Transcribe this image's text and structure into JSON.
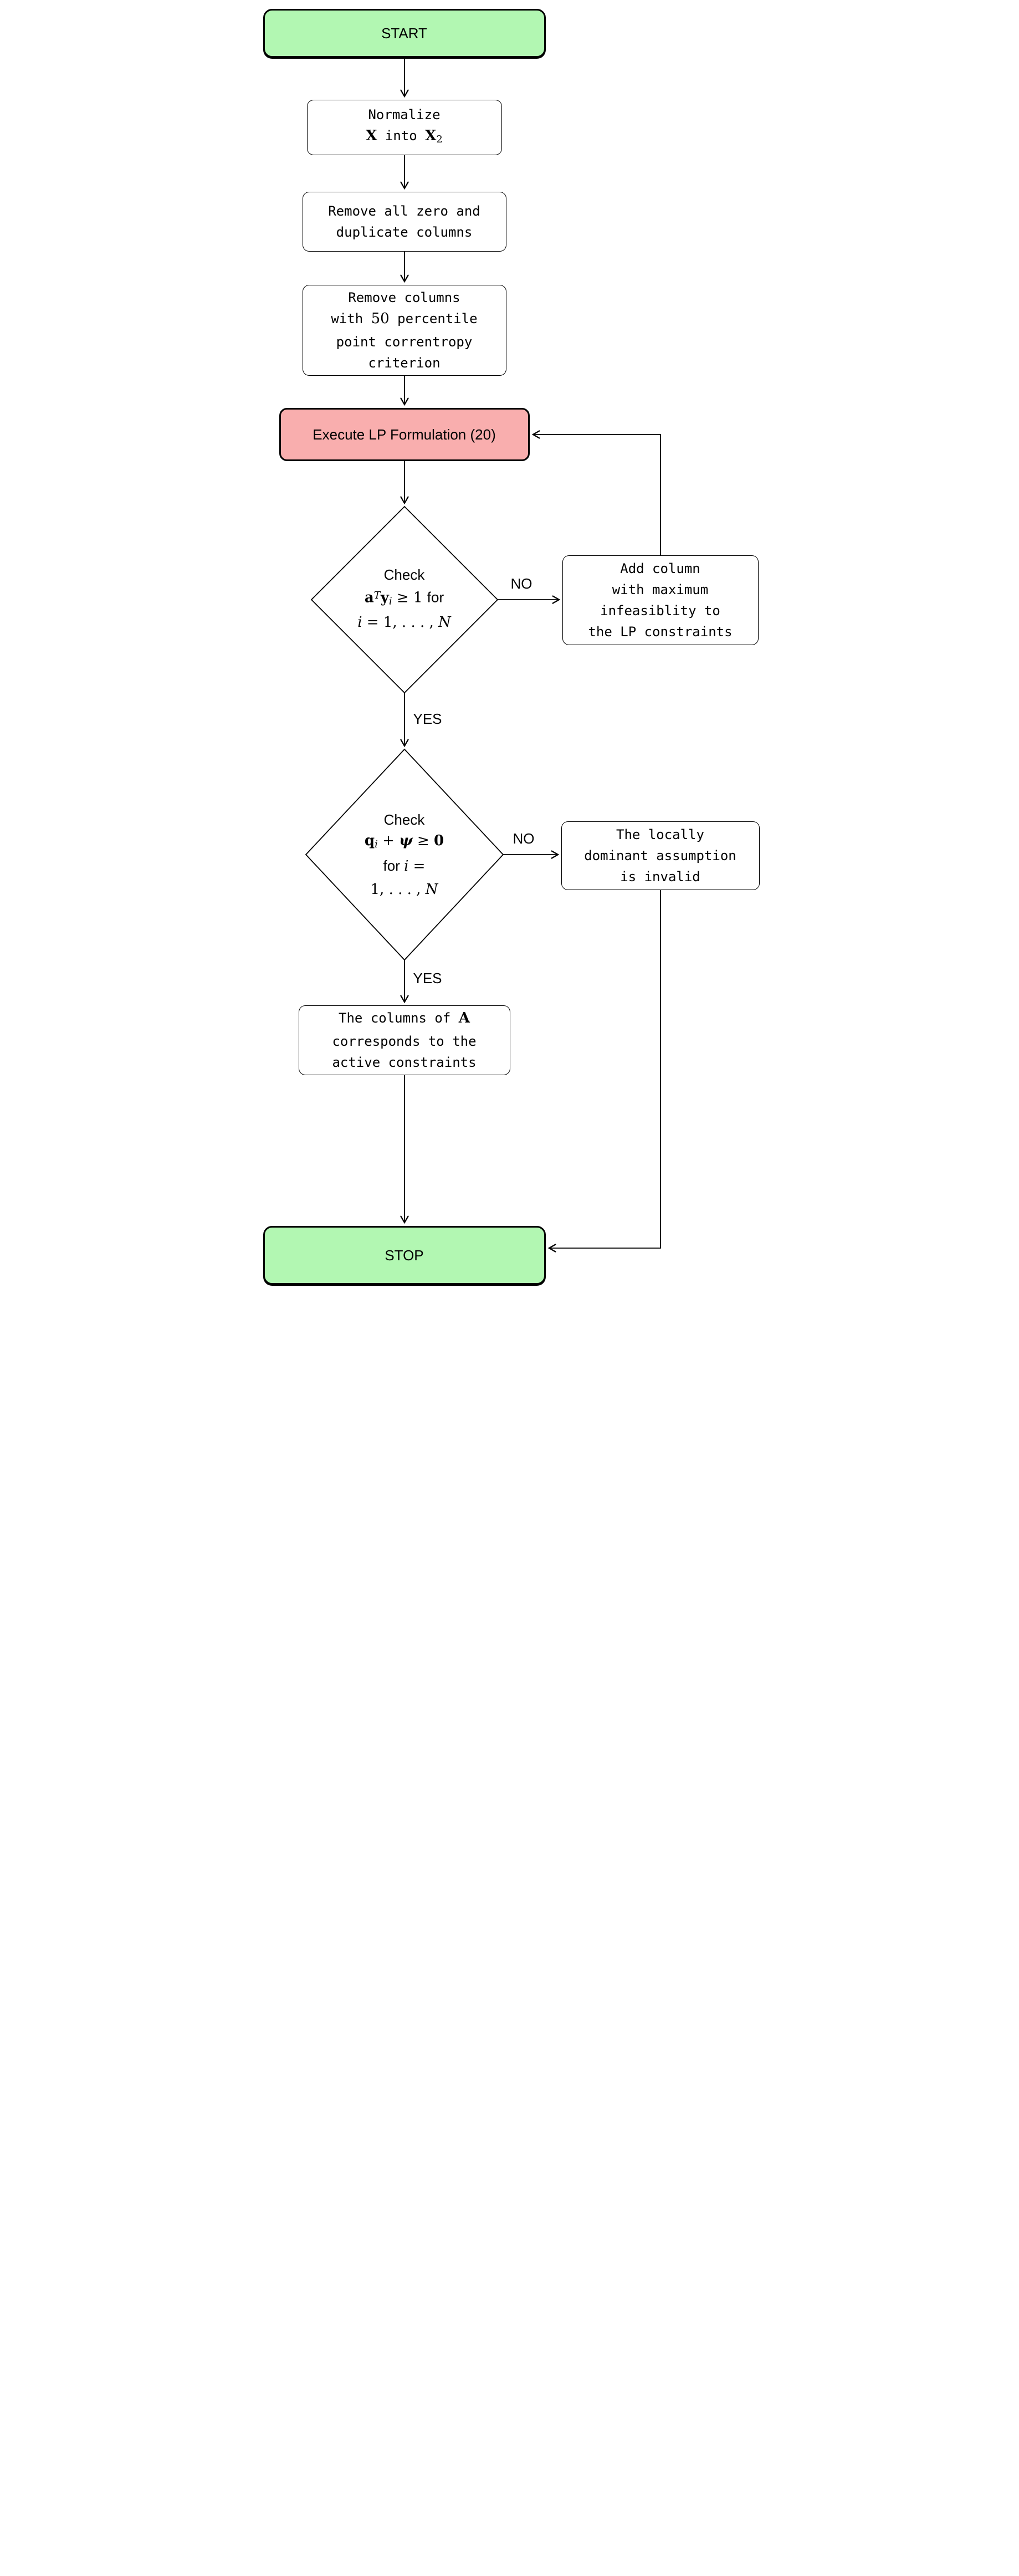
{
  "diagram": {
    "type": "flowchart",
    "colors": {
      "terminal_fill": "#b2f7b2",
      "highlight_fill": "#f9aeae",
      "process_fill": "#ffffff",
      "stroke": "#000000"
    },
    "nodes": {
      "start": {
        "label": "START"
      },
      "normalize": {
        "l1": "Normalize",
        "l2a": "X",
        "l2b": " into ",
        "l2c": "X",
        "l2d": "2"
      },
      "remove_zero": {
        "l1": "Remove all zero and",
        "l2": "duplicate columns"
      },
      "percentile": {
        "l1": "Remove columns",
        "l2a": "with ",
        "l2b": "50",
        "l2c": " percentile",
        "l3": "point correntropy",
        "l4": "criterion"
      },
      "execute_lp": {
        "label": "Execute LP Formulation (20)"
      },
      "check1": {
        "l1": "Check",
        "l2a": "a",
        "l2b": "T",
        "l2c": "y",
        "l2d": "i",
        "l2e": " ≥ 1 ",
        "l2f": "for",
        "l3a": "i",
        "l3b": " = 1, . . . , ",
        "l3c": "N"
      },
      "add_column": {
        "l1": "Add column",
        "l2": "with maximum",
        "l3": "infeasiblity to",
        "l4": "the LP constraints"
      },
      "check2": {
        "l1": "Check",
        "l2a": "q",
        "l2b": "i",
        "l2c": " + ",
        "l2d": "ψ",
        "l2e": " ≥ ",
        "l2f": "0",
        "l3a": "for ",
        "l3b": "i",
        "l3c": " =",
        "l4a": "1, . . . , ",
        "l4b": "N"
      },
      "invalid": {
        "l1": "The locally",
        "l2": "dominant assumption",
        "l3": "is invalid"
      },
      "columns_a": {
        "l1a": "The columns of ",
        "l1b": "A",
        "l2": "corresponds to the",
        "l3": "active constraints"
      },
      "stop": {
        "label": "STOP"
      }
    },
    "edge_labels": {
      "no1": "NO",
      "yes1": "YES",
      "no2": "NO",
      "yes2": "YES"
    }
  }
}
